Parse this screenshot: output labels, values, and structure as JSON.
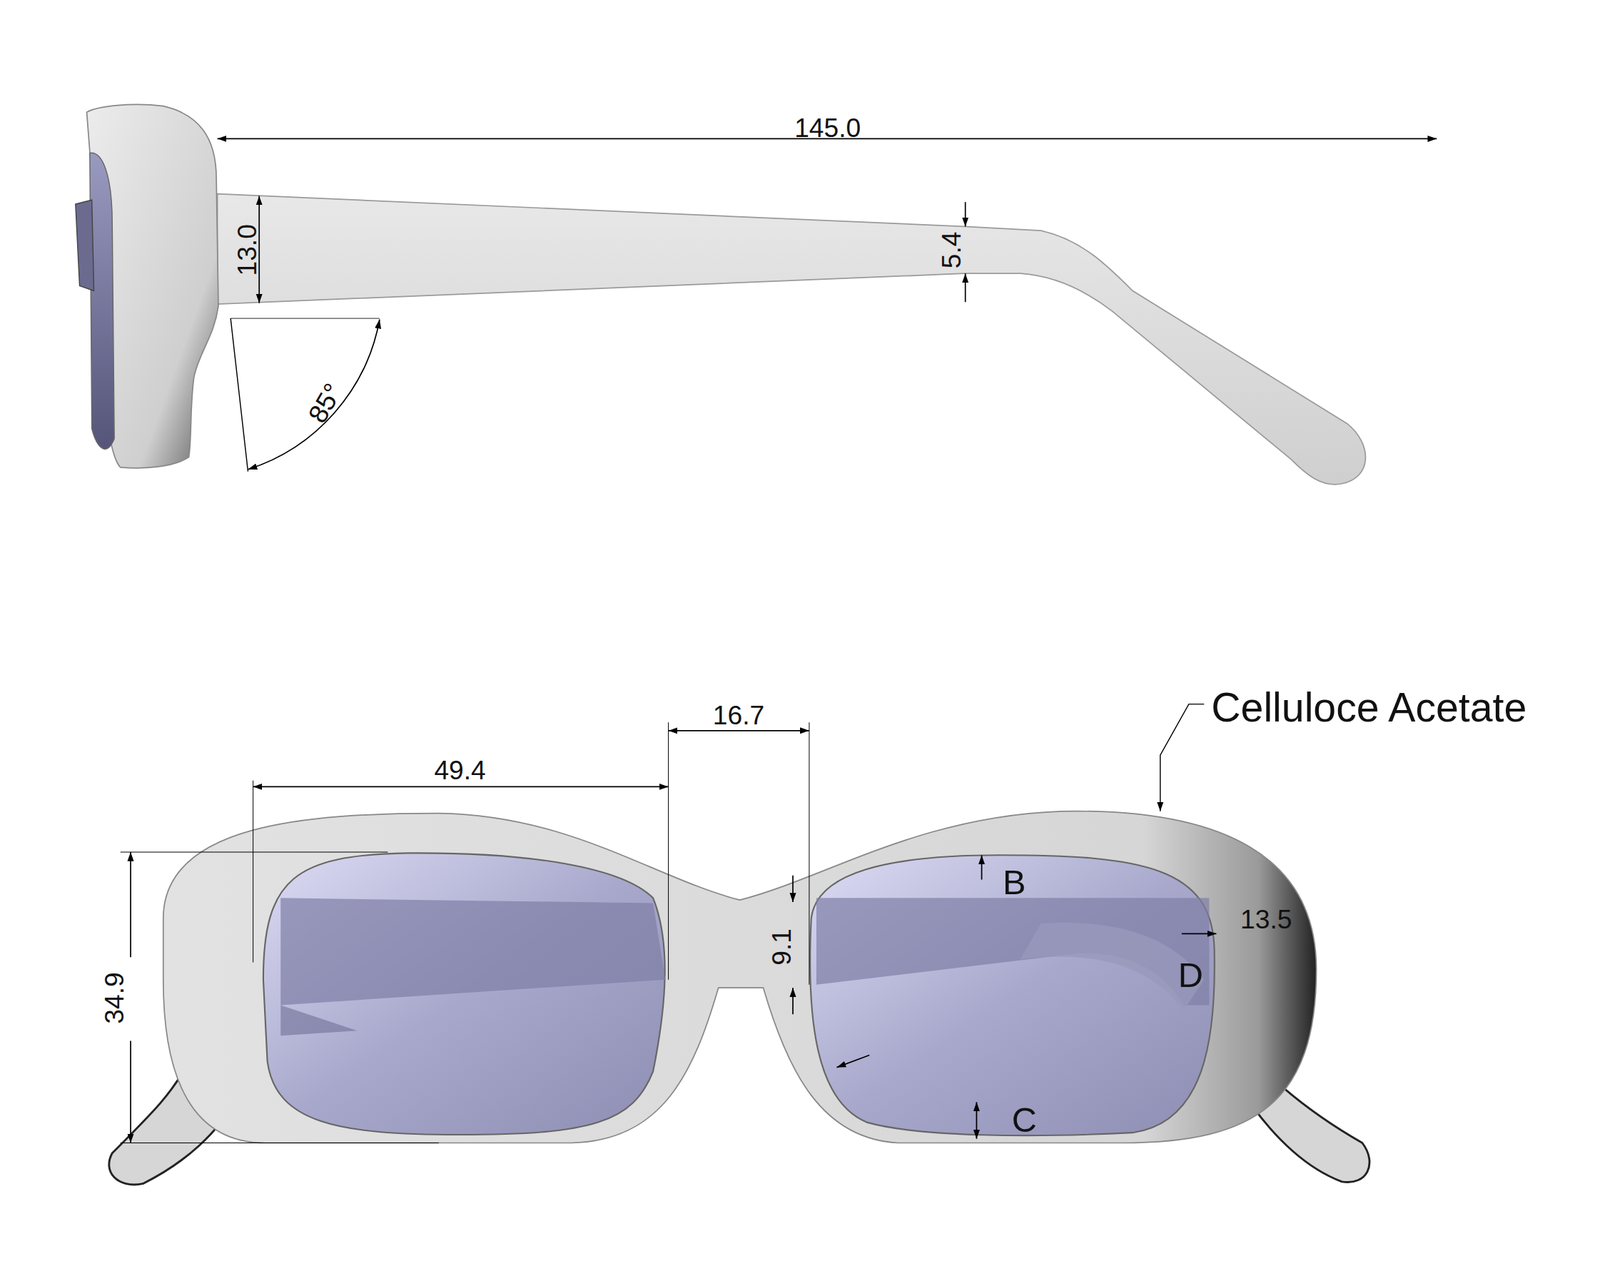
{
  "diagram": {
    "labels": [
      "145.0",
      "13.0",
      "5.4",
      "85°",
      "16.7",
      "49.4",
      "9.1",
      "34.9",
      "B",
      "13.5",
      "D",
      "C",
      "Celluloce Acetate"
    ]
  }
}
